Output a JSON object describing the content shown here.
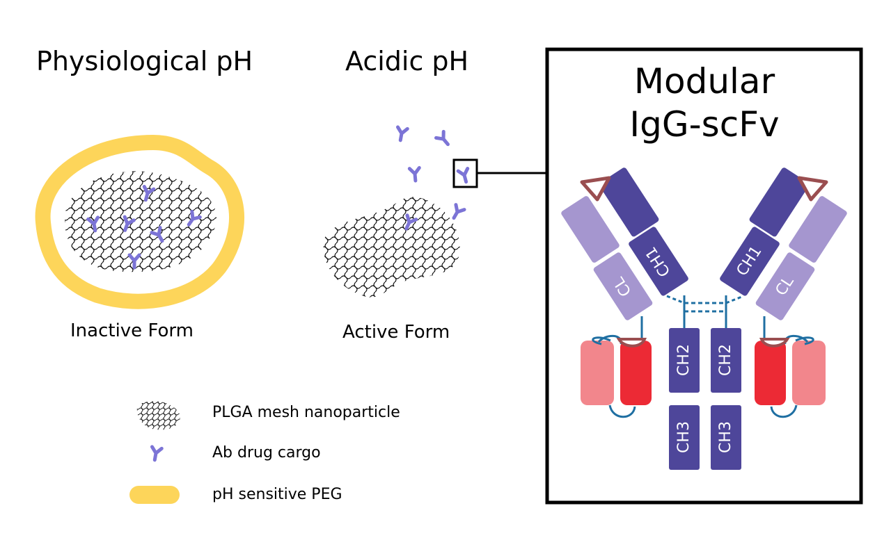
{
  "headings": {
    "physiological": "Physiological pH",
    "acidic": "Acidic pH"
  },
  "captions": {
    "inactive": "Inactive Form",
    "active": "Active Form"
  },
  "legend": [
    {
      "icon": "mesh-icon",
      "label": "PLGA mesh nanoparticle"
    },
    {
      "icon": "antibody-icon",
      "label": "Ab drug cargo"
    },
    {
      "icon": "peg-band-icon",
      "label": "pH sensitive PEG"
    }
  ],
  "modular": {
    "title_line1": "Modular",
    "title_line2": "IgG-scFv",
    "domains": {
      "ch1": "CH1",
      "cl": "CL",
      "ch2": "CH2",
      "ch3": "CH3"
    }
  },
  "colors": {
    "antibody": "#7c74d6",
    "peg": "#fdd55a",
    "heavy_chain": "#4e469a",
    "light_chain": "#a596cf",
    "scfv_red": "#ec2a35",
    "scfv_pink": "#f2868c",
    "hinge_blue": "#1f6fa2",
    "cap_brown": "#9a4e50"
  }
}
